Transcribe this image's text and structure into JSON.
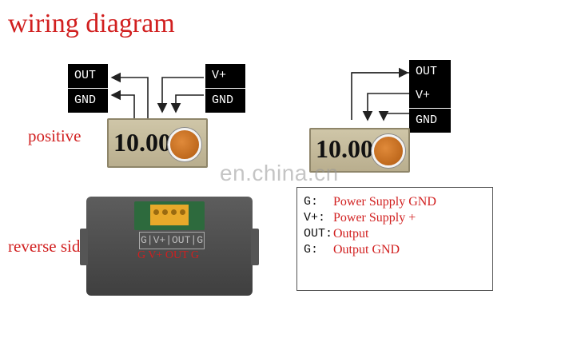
{
  "title": "wiring diagram",
  "labels": {
    "positive": "positive",
    "reverse_side": "reverse side"
  },
  "left_diagram": {
    "tags_left": [
      "OUT",
      "GND"
    ],
    "tags_right": [
      "V+",
      "GND"
    ],
    "display_value": "10.00"
  },
  "right_diagram": {
    "tags": [
      "OUT",
      "V+",
      "GND"
    ],
    "display_value": "10.00"
  },
  "watermark": "en.china.cn",
  "device": {
    "pin_label": "G|V+|OUT|G",
    "pin_label_red": "G  V+  OUT  G"
  },
  "legend": [
    {
      "key": "G:",
      "desc": "Power Supply GND"
    },
    {
      "key": "V+:",
      "desc": "Power Supply +"
    },
    {
      "key": "OUT:",
      "desc": "Output"
    },
    {
      "key": "G:",
      "desc": "Output GND"
    }
  ],
  "colors": {
    "accent_red": "#d11f1f",
    "tag_bg": "#000000",
    "knob": "#c7721f"
  }
}
